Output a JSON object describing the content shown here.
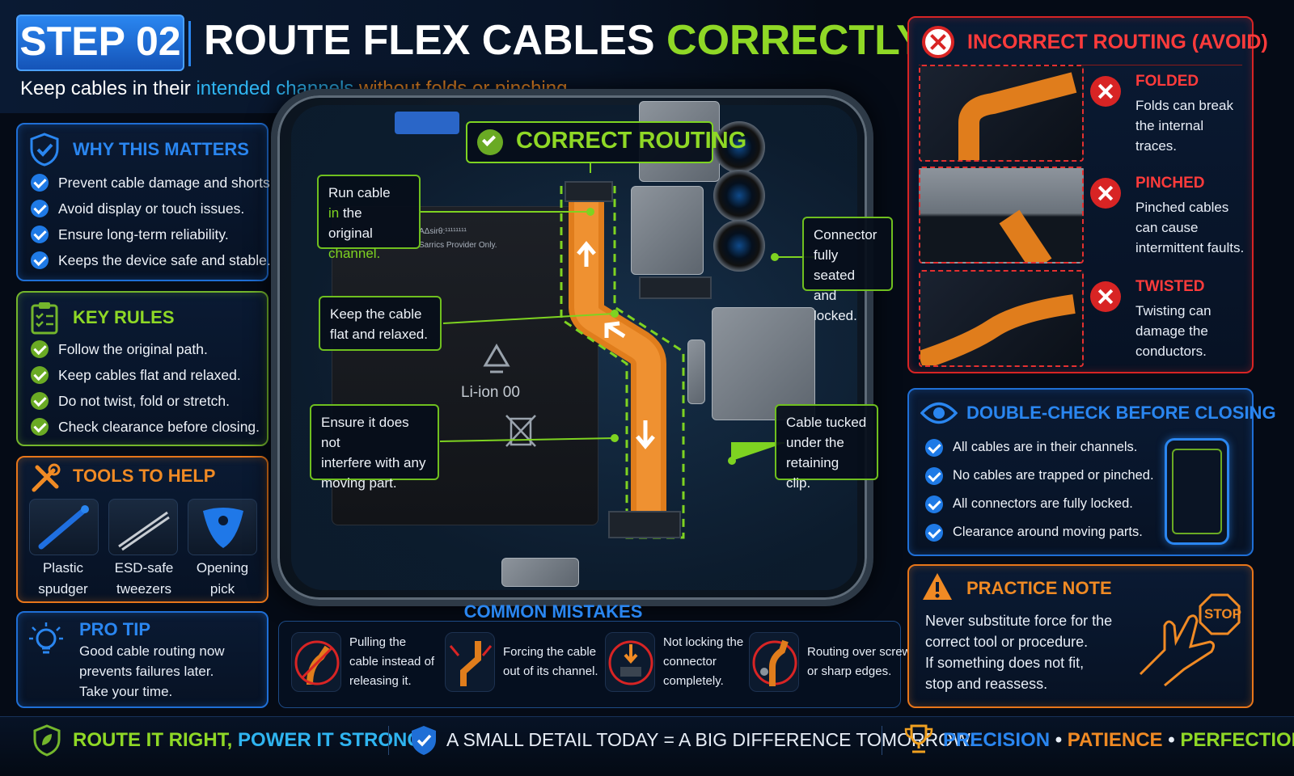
{
  "header": {
    "step_label": "STEP 02",
    "title_main": "ROUTE FLEX CABLES",
    "title_accent": "CORRECTLY",
    "subtitle_part1": "Keep cables in their",
    "subtitle_part2": "intended channels",
    "subtitle_part3": "without folds or pinching."
  },
  "why": {
    "title": "WHY THIS MATTERS",
    "items": [
      "Prevent cable damage and shorts.",
      "Avoid display or touch issues.",
      "Ensure long-term reliability.",
      "Keeps the device safe and stable."
    ]
  },
  "rules": {
    "title": "KEY RULES",
    "items": [
      "Follow the original path.",
      "Keep cables flat and relaxed.",
      "Do not twist, fold or stretch.",
      "Check clearance before closing."
    ]
  },
  "tools": {
    "title": "TOOLS TO HELP",
    "items": [
      {
        "line1": "Plastic",
        "line2": "spudger"
      },
      {
        "line1": "ESD-safe",
        "line2": "tweezers"
      },
      {
        "line1": "Opening",
        "line2": "pick"
      }
    ]
  },
  "pro_tip": {
    "title": "PRO TIP",
    "lines": [
      "Good cable routing now",
      "prevents failures later.",
      "Take your time."
    ]
  },
  "center": {
    "correct_label": "CORRECT ROUTING",
    "battery_lines": [
      "Li-ion 00"
    ],
    "battery_fine": [
      "AΔsirθ:¹¹¹¹¹¹¹¹",
      "Sarrics Provider Only."
    ],
    "callouts": {
      "run_1": "Run cable",
      "run_2a": "in",
      "run_2b": " the original",
      "run_3": "channel.",
      "keep_1": "Keep the cable",
      "keep_2": "flat and relaxed.",
      "ensure_1": "Ensure it does not",
      "ensure_2": "interfere with any",
      "ensure_3": "moving part.",
      "conn_1": "Connector",
      "conn_2": "fully seated",
      "conn_3": "and locked.",
      "tuck_1": "Cable tucked",
      "tuck_2": "under the",
      "tuck_3": "retaining clip."
    }
  },
  "mistakes": {
    "title": "COMMON MISTAKES",
    "items": [
      {
        "lines": [
          "Pulling the",
          "cable instead of",
          "releasing it."
        ]
      },
      {
        "lines": [
          "Forcing the cable",
          "out of its channel."
        ]
      },
      {
        "lines": [
          "Not locking the",
          "connector",
          "completely."
        ]
      },
      {
        "lines": [
          "Routing over screws",
          "or sharp edges."
        ]
      }
    ]
  },
  "incorrect": {
    "title": "INCORRECT ROUTING (AVOID)",
    "items": [
      {
        "title": "FOLDED",
        "desc": [
          "Folds can break",
          "the internal",
          "traces."
        ]
      },
      {
        "title": "PINCHED",
        "desc": [
          "Pinched cables",
          "can cause",
          "intermittent faults."
        ]
      },
      {
        "title": "TWISTED",
        "desc": [
          "Twisting can",
          "damage the",
          "conductors."
        ]
      }
    ]
  },
  "double_check": {
    "title": "DOUBLE-CHECK BEFORE CLOSING",
    "items": [
      "All cables are in their channels.",
      "No cables are trapped or pinched.",
      "All connectors are fully locked.",
      "Clearance around moving parts."
    ]
  },
  "practice": {
    "title": "PRACTICE NOTE",
    "lines": [
      "Never substitute force for the",
      "correct tool or procedure.",
      "If something does not fit,",
      "stop and reassess."
    ],
    "stop_label": "STOP"
  },
  "footer": {
    "left_part1": "ROUTE IT RIGHT,",
    "left_part2": "POWER IT STRONG.",
    "middle": "A SMALL DETAIL TODAY = A BIG DIFFERENCE TOMORROW.",
    "right_1": "PRECISION",
    "sep": "•",
    "right_2": "PATIENCE",
    "right_3": "PERFECTION"
  },
  "colors": {
    "blue": "#1f7ae6",
    "green": "#7ed321",
    "orange": "#f08a24",
    "red": "#ff3b3b",
    "cyan": "#2fb4f0"
  }
}
